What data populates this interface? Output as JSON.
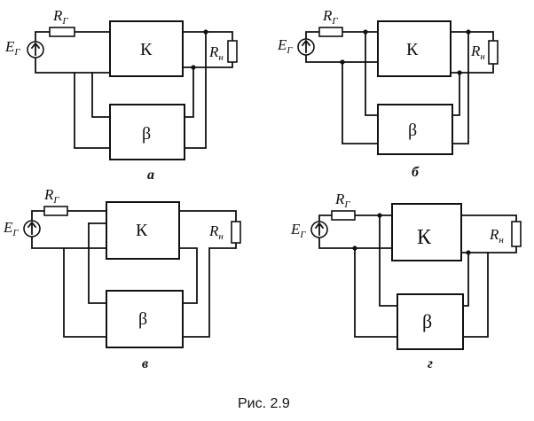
{
  "labels": {
    "source_e": "E",
    "source_e_sub": "Г",
    "gen_r": "R",
    "gen_r_sub": "Г",
    "load_r": "R",
    "load_r_sub": "н",
    "amplifier": "К",
    "feedback": "β"
  },
  "panels": [
    {
      "caption": "а"
    },
    {
      "caption": "б"
    },
    {
      "caption": "в"
    },
    {
      "caption": "г"
    }
  ],
  "figure_caption": "Рис. 2.9"
}
